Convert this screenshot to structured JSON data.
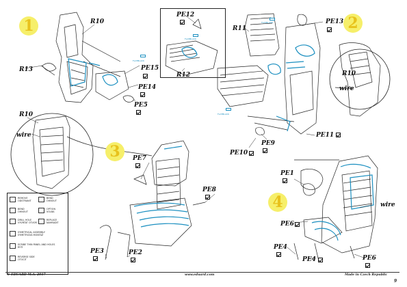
{
  "steps": [
    "1",
    "2",
    "3",
    "4"
  ],
  "labels": {
    "r10_top": "R10",
    "r13": "R13",
    "pe15": "PE15",
    "pe14": "PE14",
    "pe5": "PE5",
    "r10_mid": "R10",
    "wire_left": "wire",
    "pe12": "PE12",
    "r12": "R12",
    "r11": "R11",
    "pe13": "PE13",
    "pe9": "PE9",
    "pe10": "PE10",
    "pe11": "PE11",
    "r10_right": "R10",
    "wire_right": "wire",
    "pe7": "PE7",
    "pe8": "PE8",
    "pe3": "PE3",
    "pe2": "PE2",
    "pe1": "PE1",
    "pe6_left": "PE6",
    "pe4_a": "PE4",
    "pe4_b": "PE4",
    "pe6_right": "PE6",
    "wire_bottom": "wire"
  },
  "tags": {
    "flatblack": "FLATBLACK"
  },
  "legend": {
    "remove": "REMOVE\nODSTRANIT",
    "bend": "BEND\nOHNOUT",
    "bend_over": "BEND\nOHNOUT",
    "option": "OPTION\nVOLBA",
    "drill": "DRILL HOLE\nVYVRTAT OTVOR",
    "replace": "REPLACE\nNAHRADIT",
    "symmetrical": "SYMETRICAL ASSEMBLY\nSYMETRICKÁ MONTÁŽ",
    "thinner": "SCRIBE THIN PANEL AND HOLES\nRYTÍ",
    "reverse": "REVERSE SIDE\nOTOČIT"
  },
  "footer": {
    "copyright": "© EDUARD  M.A. 2017",
    "website": "www.eduard.com",
    "made_in": "Made in Czech Republic",
    "page_number": "9"
  },
  "colors": {
    "step_badge": "#f6ef6a",
    "step_digit": "#e8c21c",
    "photoetch_blue": "#1b8fc0",
    "line": "#111111"
  }
}
